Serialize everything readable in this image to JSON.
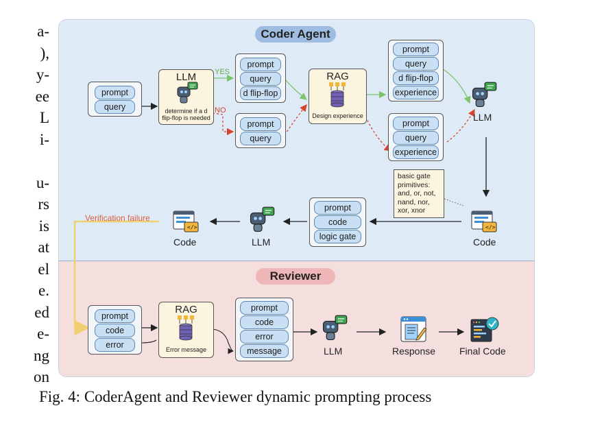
{
  "left_text": [
    "a-",
    "),",
    "y-",
    "ee",
    "L",
    "i-",
    "",
    "u-",
    "rs",
    "is",
    "at",
    "el",
    "e.",
    "ed",
    "e-",
    "ng",
    "on"
  ],
  "coder": {
    "title": "Coder Agent",
    "input": [
      "prompt",
      "query"
    ],
    "llm_card": {
      "title": "LLM",
      "sub": "determine if a d flip-flop is needed"
    },
    "yes_label": "YES",
    "no_label": "NO",
    "yes_group": [
      "prompt",
      "query",
      "d flip-flop"
    ],
    "no_group": [
      "prompt",
      "query"
    ],
    "rag_card": {
      "title": "RAG",
      "sub": "Design experience"
    },
    "exp_group_a": [
      "prompt",
      "query",
      "d flip-flop",
      "experience"
    ],
    "exp_group_b": [
      "prompt",
      "query",
      "experience"
    ],
    "llm_label": "LLM",
    "note": "basic gate primitives: and, or, not, nand, nor, xor, xnor",
    "code_right_label": "Code",
    "gate_group": [
      "prompt",
      "code",
      "logic gate"
    ],
    "llm_mid_label": "LLM",
    "code_left_label": "Code",
    "verification_label": "Verification failure"
  },
  "reviewer": {
    "title": "Reviewer",
    "input": [
      "prompt",
      "code",
      "error"
    ],
    "rag_card": {
      "title": "RAG",
      "sub": "Error message"
    },
    "msg_group": [
      "prompt",
      "code",
      "error",
      "message"
    ],
    "llm_label": "LLM",
    "response_label": "Response",
    "final_label": "Final Code"
  },
  "caption": "Fig. 4: CoderAgent and Reviewer dynamic prompting process",
  "colors": {
    "coder_bg": "#deeaf6",
    "reviewer_bg": "#f5dede",
    "chip": "#c9dff3",
    "card": "#fbf4df",
    "yes": "#7cc46a",
    "no": "#d9432e",
    "feedback": "#f0cf6e"
  }
}
